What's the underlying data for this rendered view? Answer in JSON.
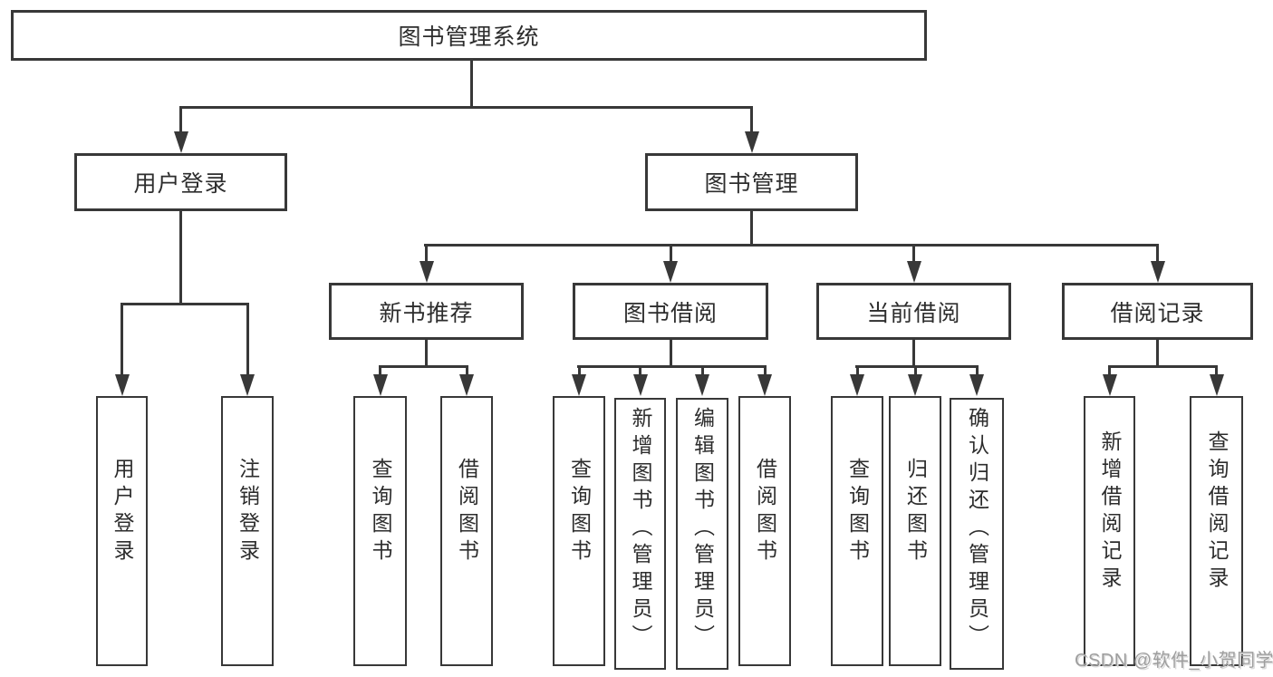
{
  "tree": {
    "label": "图书管理系统",
    "children": [
      {
        "label": "用户登录",
        "children": [
          {
            "label": "用户登录"
          },
          {
            "label": "注销登录"
          }
        ]
      },
      {
        "label": "图书管理",
        "children": [
          {
            "label": "新书推荐",
            "children": [
              {
                "label": "查询图书"
              },
              {
                "label": "借阅图书"
              }
            ]
          },
          {
            "label": "图书借阅",
            "children": [
              {
                "label": "查询图书"
              },
              {
                "label": "新增图书（管理员）"
              },
              {
                "label": "编辑图书（管理员）"
              },
              {
                "label": "借阅图书"
              }
            ]
          },
          {
            "label": "当前借阅",
            "children": [
              {
                "label": "查询图书"
              },
              {
                "label": "归还图书"
              },
              {
                "label": "确认归还（管理员）"
              }
            ]
          },
          {
            "label": "借阅记录",
            "children": [
              {
                "label": "新增借阅记录"
              },
              {
                "label": "查询借阅记录"
              }
            ]
          }
        ]
      }
    ]
  },
  "watermark": "CSDN @软件_小贺同学",
  "colors": {
    "line": "#383838",
    "text": "#2d2d2d",
    "watermark_text": "#9e9e9e",
    "background": "#ffffff"
  }
}
